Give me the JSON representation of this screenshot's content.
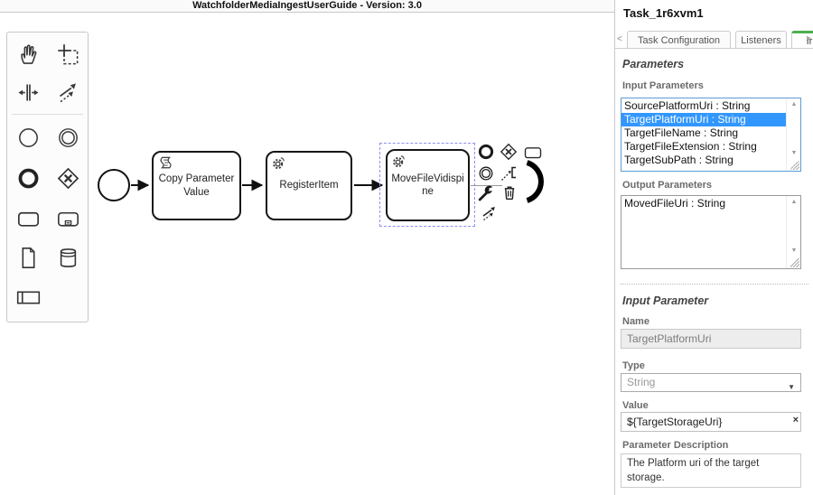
{
  "colors": {
    "accent_green": "#4caf50",
    "list_selection_blue": "#3297fd",
    "shape_selection_dash": "#8e8ef2",
    "panel_border": "#c9c9c9"
  },
  "canvas": {
    "title": "WatchfolderMediaIngestUserGuide - Version: 3.0",
    "tasks": [
      {
        "label": "Copy Parameter Value",
        "lines": [
          "Copy Parameter",
          "Value"
        ],
        "type": "script"
      },
      {
        "label": "RegisterItem",
        "lines": [
          "RegisterItem"
        ],
        "type": "service"
      },
      {
        "label": "MoveFileVidispine",
        "lines": [
          "MoveFileVidispi",
          "ne"
        ],
        "type": "service",
        "selected": true
      }
    ]
  },
  "palette": {
    "tools": [
      "hand-tool",
      "lasso-tool",
      "space-tool",
      "global-connect-tool",
      "create-start-event",
      "create-intermediate-event",
      "create-end-event",
      "create-gateway",
      "create-task",
      "create-subprocess",
      "create-data-object",
      "create-data-store",
      "create-participant"
    ]
  },
  "context_pad": {
    "icons": [
      "append-end-event",
      "append-gateway",
      "append-task",
      "append-intermediate-event",
      "append-text-annotation",
      "change-type-wrench",
      "delete-trash",
      "connect-tool"
    ]
  },
  "icons": {
    "scroll_up": "▲",
    "scroll_down": "▼",
    "dropdown": "▼",
    "clear": "×",
    "tab_scroll_left": "<",
    "tab_scroll_right": ">"
  },
  "panel": {
    "title": "Task_1r6xvm1",
    "tabs": [
      {
        "label": "Task Configuration",
        "active": false
      },
      {
        "label": "Listeners",
        "active": false
      },
      {
        "label": "Ir",
        "active": true
      }
    ],
    "parameters": {
      "heading": "Parameters",
      "input_label": "Input Parameters",
      "input_items": [
        "SourcePlatformUri : String",
        "TargetPlatformUri : String",
        "TargetFileName : String",
        "TargetFileExtension : String",
        "TargetSubPath : String"
      ],
      "selected_input": "TargetPlatformUri : String",
      "output_label": "Output Parameters",
      "output_items": [
        "MovedFileUri : String"
      ]
    },
    "input_parameter": {
      "heading": "Input Parameter",
      "name_label": "Name",
      "name_value": "TargetPlatformUri",
      "type_label": "Type",
      "type_value": "String",
      "value_label": "Value",
      "value_value": "${TargetStorageUri}",
      "description_label": "Parameter Description",
      "description_value": "The Platform uri of the target storage."
    }
  }
}
